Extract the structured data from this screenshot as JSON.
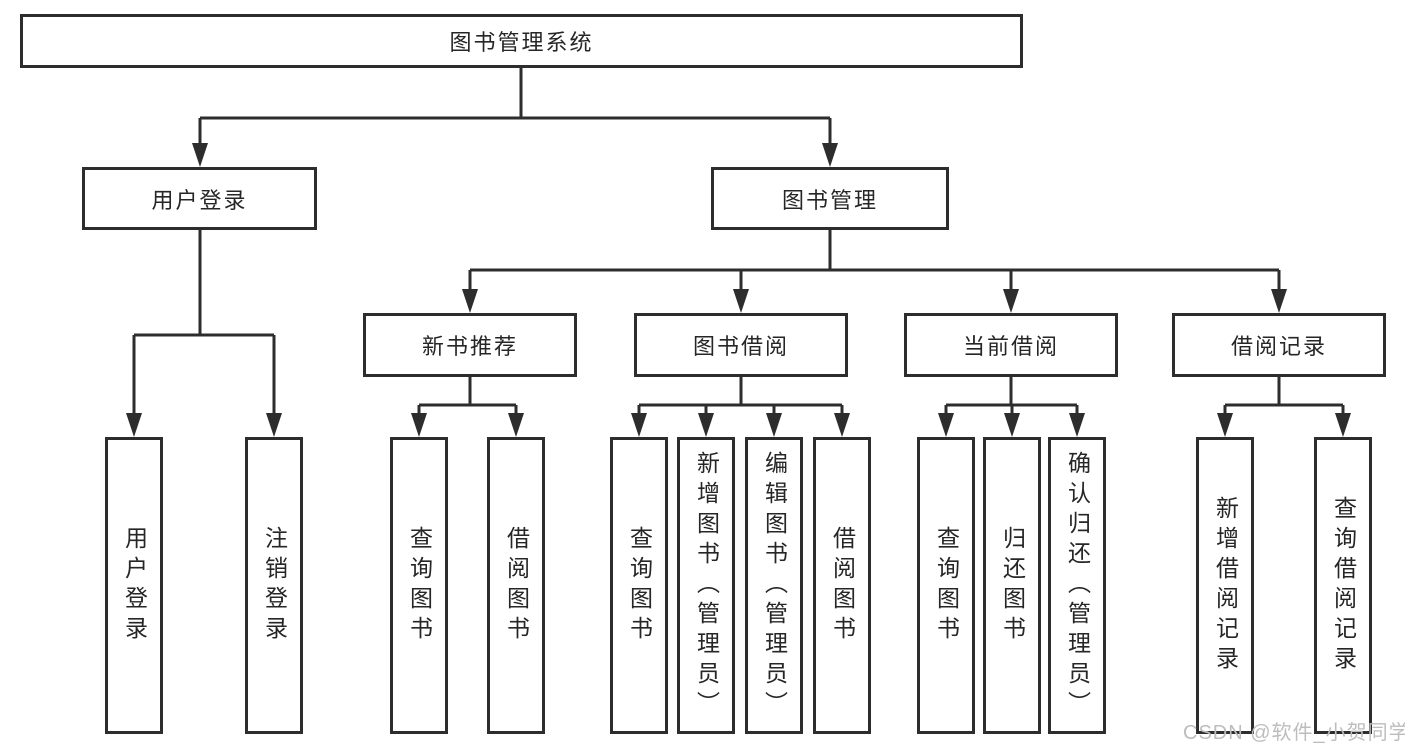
{
  "nodes": {
    "root": "图书管理系统",
    "user_login": "用户登录",
    "book_management": "图书管理",
    "new_book_recommend": "新书推荐",
    "book_borrowing": "图书借阅",
    "current_borrowing": "当前借阅",
    "borrow_records": "借阅记录",
    "leaf_user_login": "用户登录",
    "leaf_logout": "注销登录",
    "leaf_query_books_1": "查询图书",
    "leaf_borrow_books_1": "借阅图书",
    "leaf_query_books_2": "查询图书",
    "leaf_add_books_admin": "新增图书（管理员）",
    "leaf_edit_books_admin": "编辑图书（管理员）",
    "leaf_borrow_books_2": "借阅图书",
    "leaf_query_books_3": "查询图书",
    "leaf_return_books": "归还图书",
    "leaf_confirm_return_admin": "确认归还（管理员）",
    "leaf_add_borrow_record": "新增借阅记录",
    "leaf_query_borrow_record": "查询借阅记录"
  },
  "watermark": "CSDN @软件_小贺同学",
  "colors": {
    "line": "#2d2d2d",
    "text": "#262626",
    "watermark": "#bdbdbd",
    "background": "#ffffff"
  }
}
